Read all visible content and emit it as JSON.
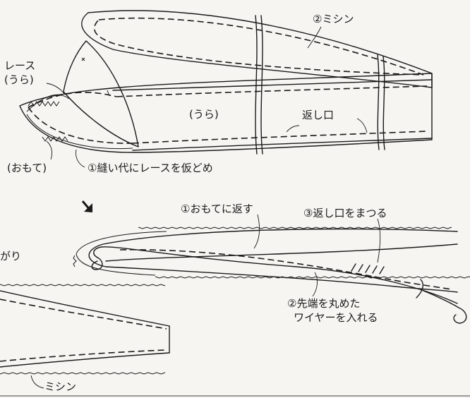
{
  "labels": {
    "sewing_machine_top": "②ミシン",
    "lace_back_line1": "レース",
    "lace_back_line2": "(うら)",
    "back_side": "(うら)",
    "return_opening": "返し口",
    "front_side": "(おもて)",
    "basting_step": "①縫い代にレースを仮どめ",
    "turn_right_side": "①おもてに返す",
    "slipstitch_opening": "③返し口をまつる",
    "insert_wire_line1": "②先端を丸めた",
    "insert_wire_line2": "ワイヤーを入れる",
    "finished_fragment": "がり",
    "sewing_machine_bottom": "ミシン"
  },
  "colors": {
    "ink": "#1a1a1a",
    "paper": "#f7f5f1"
  },
  "icons": {
    "step_arrow": "arrow-down-right-icon"
  }
}
